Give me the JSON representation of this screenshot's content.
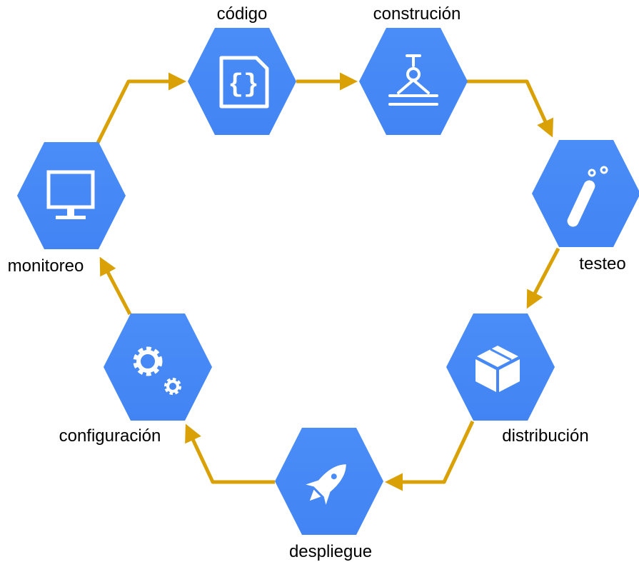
{
  "colors": {
    "hex_top": "#4a8df8",
    "hex_bottom": "#4284f3",
    "arrow": "#d9a105",
    "icon": "#ffffff"
  },
  "nodes": [
    {
      "id": "codigo",
      "label": "código",
      "icon": "code-file-icon"
    },
    {
      "id": "construccion",
      "label": "construción",
      "icon": "crane-build-icon"
    },
    {
      "id": "testeo",
      "label": "testeo",
      "icon": "test-tube-icon"
    },
    {
      "id": "distribucion",
      "label": "distribución",
      "icon": "package-box-icon"
    },
    {
      "id": "despliegue",
      "label": "despliegue",
      "icon": "rocket-icon"
    },
    {
      "id": "configuracion",
      "label": "configuración",
      "icon": "gears-icon"
    },
    {
      "id": "monitoreo",
      "label": "monitoreo",
      "icon": "monitor-icon"
    }
  ]
}
